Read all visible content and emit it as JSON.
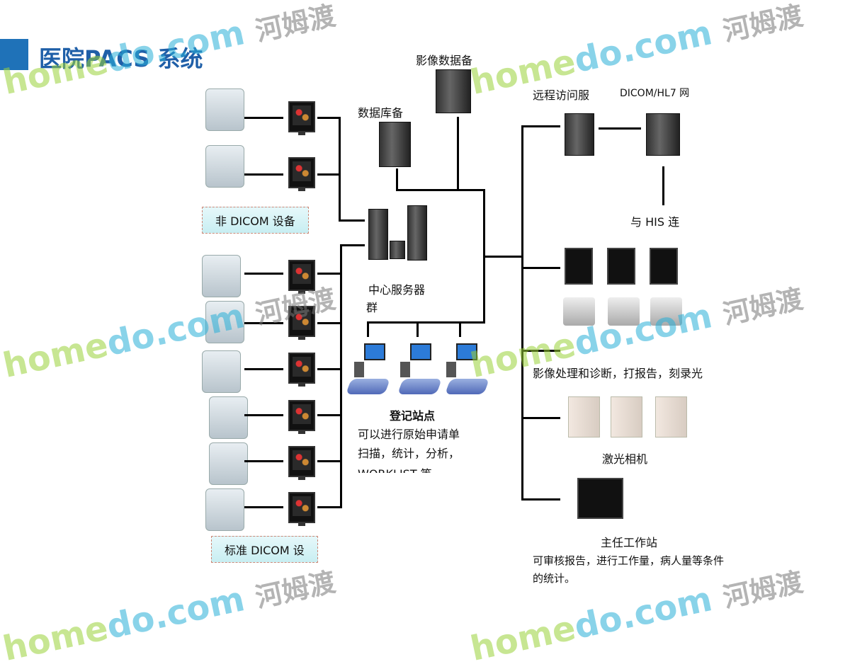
{
  "title": "医院PACS 系统",
  "watermark": {
    "home": "home",
    "do": "do.com",
    "cn": "河姆渡"
  },
  "labels": {
    "image_backup": "影像数据备",
    "db_backup": "数据库备",
    "remote_access": "远程访问服",
    "dicom_hl7": "DICOM/HL7 网",
    "his": "与 HIS 连",
    "central_server_1": "中心服务器",
    "central_server_2": "群",
    "non_dicom": "非 DICOM 设备",
    "std_dicom": "标准 DICOM 设",
    "registration_title": "登记站点",
    "registration_desc_1": "可以进行原始申请单",
    "registration_desc_2": "扫描，统计，分析，",
    "registration_desc_3": "WORKLIST 等。",
    "processing": "影像处理和诊断，打报告，刻录光",
    "laser_camera": "激光相机",
    "chief_title": "主任工作站",
    "chief_desc_1": "可审核报告，进行工作量，病人量等条件",
    "chief_desc_2": "的统计。"
  }
}
